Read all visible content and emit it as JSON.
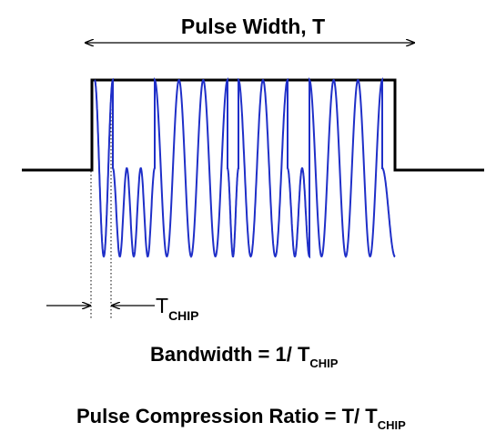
{
  "pulse_width_label": "Pulse Width, T",
  "tchip_label": {
    "main": "T",
    "sub": "CHIP"
  },
  "bandwidth_formula": {
    "prefix": "Bandwidth = 1/ T",
    "sub": "CHIP"
  },
  "compression_formula": {
    "prefix": "Pulse Compression Ratio = T/ T",
    "sub": "CHIP"
  },
  "colors": {
    "envelope": "#000000",
    "carrier": "#1f2fc8",
    "arrows": "#000000"
  }
}
